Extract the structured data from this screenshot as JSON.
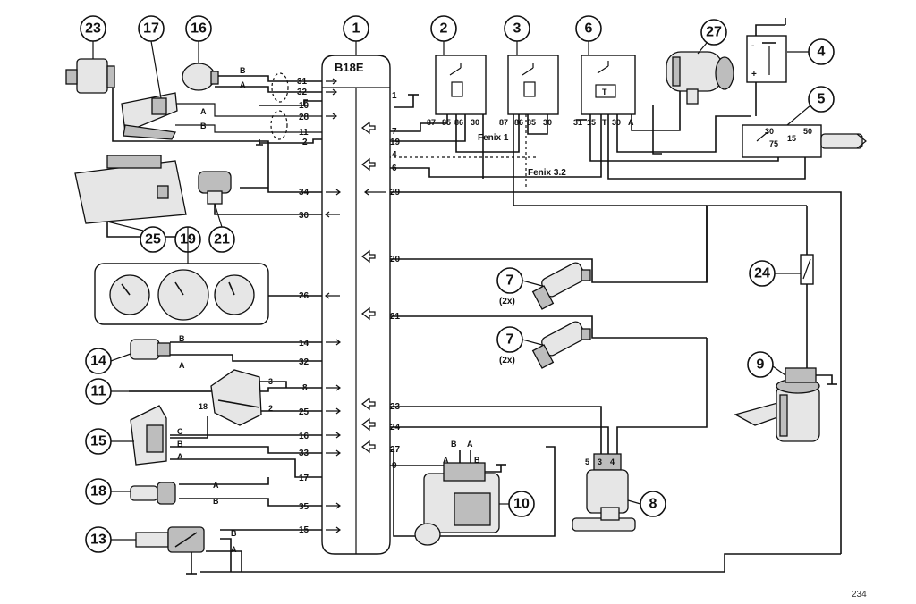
{
  "ecu": {
    "title": "B18E",
    "left_pins": [
      "31",
      "32",
      "10",
      "28",
      "11",
      "2",
      "34",
      "30",
      "26",
      "14",
      "32",
      "8",
      "25",
      "16",
      "33",
      "17",
      "35",
      "15"
    ],
    "right_pins": [
      "1",
      "7",
      "19",
      "4",
      "6",
      "29",
      "20",
      "21",
      "23",
      "24",
      "27",
      "9"
    ]
  },
  "callouts": [
    "1",
    "2",
    "3",
    "6",
    "27",
    "4",
    "5",
    "23",
    "17",
    "16",
    "25",
    "19",
    "21",
    "24",
    "7",
    "7",
    "9",
    "14",
    "11",
    "15",
    "18",
    "13",
    "10",
    "8"
  ],
  "relay_pins": {
    "relay_2": [
      "87",
      "85",
      "86",
      "30"
    ],
    "relay_3": [
      "87",
      "86",
      "85",
      "30"
    ],
    "relay_6": [
      "31",
      "15",
      "T",
      "30",
      "A"
    ]
  },
  "relay_symbol_6": "T",
  "ignition_switch_pins": [
    "30",
    "75",
    "15",
    "50"
  ],
  "battery_signs": [
    "-",
    "+"
  ],
  "wire_labels": {
    "fenix_1": "Fenix 1",
    "fenix_3_2": "Fenix 3.2",
    "injector_qty": "(2x)",
    "valve_pins": [
      "5",
      "3",
      "4"
    ]
  },
  "letters": {
    "a": "A",
    "b": "B",
    "c": "C"
  },
  "sensor_11_pins": [
    "3",
    "2",
    "18"
  ],
  "page_number": "234"
}
